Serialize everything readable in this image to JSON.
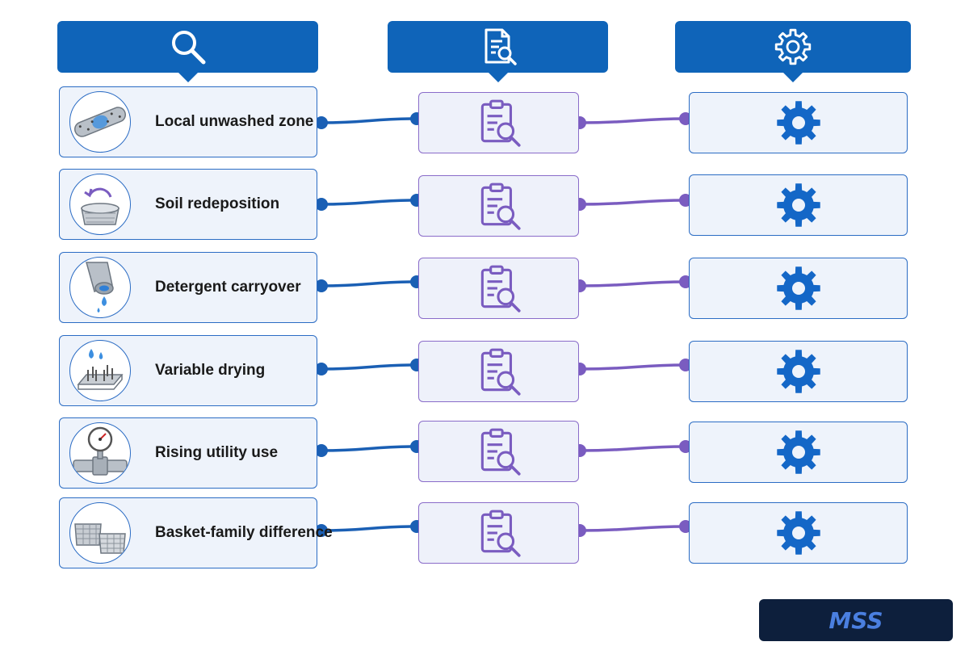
{
  "headers": [
    {
      "icon": "search-icon"
    },
    {
      "icon": "document-search-icon"
    },
    {
      "icon": "gear-outline-icon"
    }
  ],
  "rows": [
    {
      "label": "Local unwashed zone",
      "thumb": "perforated-tube-icon"
    },
    {
      "label": "Soil redeposition",
      "thumb": "mesh-basket-cycle-icon"
    },
    {
      "label": "Detergent carryover",
      "thumb": "nozzle-drip-icon"
    },
    {
      "label": "Variable drying",
      "thumb": "rack-droplets-icon"
    },
    {
      "label": "Rising utility use",
      "thumb": "pressure-gauge-pipe-icon"
    },
    {
      "label": "Basket-family difference",
      "thumb": "two-baskets-icon"
    }
  ],
  "check_icon": "clipboard-search-icon",
  "action_icon": "gear-icon",
  "colors": {
    "primary_blue": "#0f64b9",
    "purple": "#7a5cc0",
    "connector_blue": "#1a5fb4",
    "card_fill": "#eef3fb",
    "logo_bg": "#0d1f3c"
  },
  "logo": {
    "text": "MSS",
    "icon": "mss-logo"
  }
}
